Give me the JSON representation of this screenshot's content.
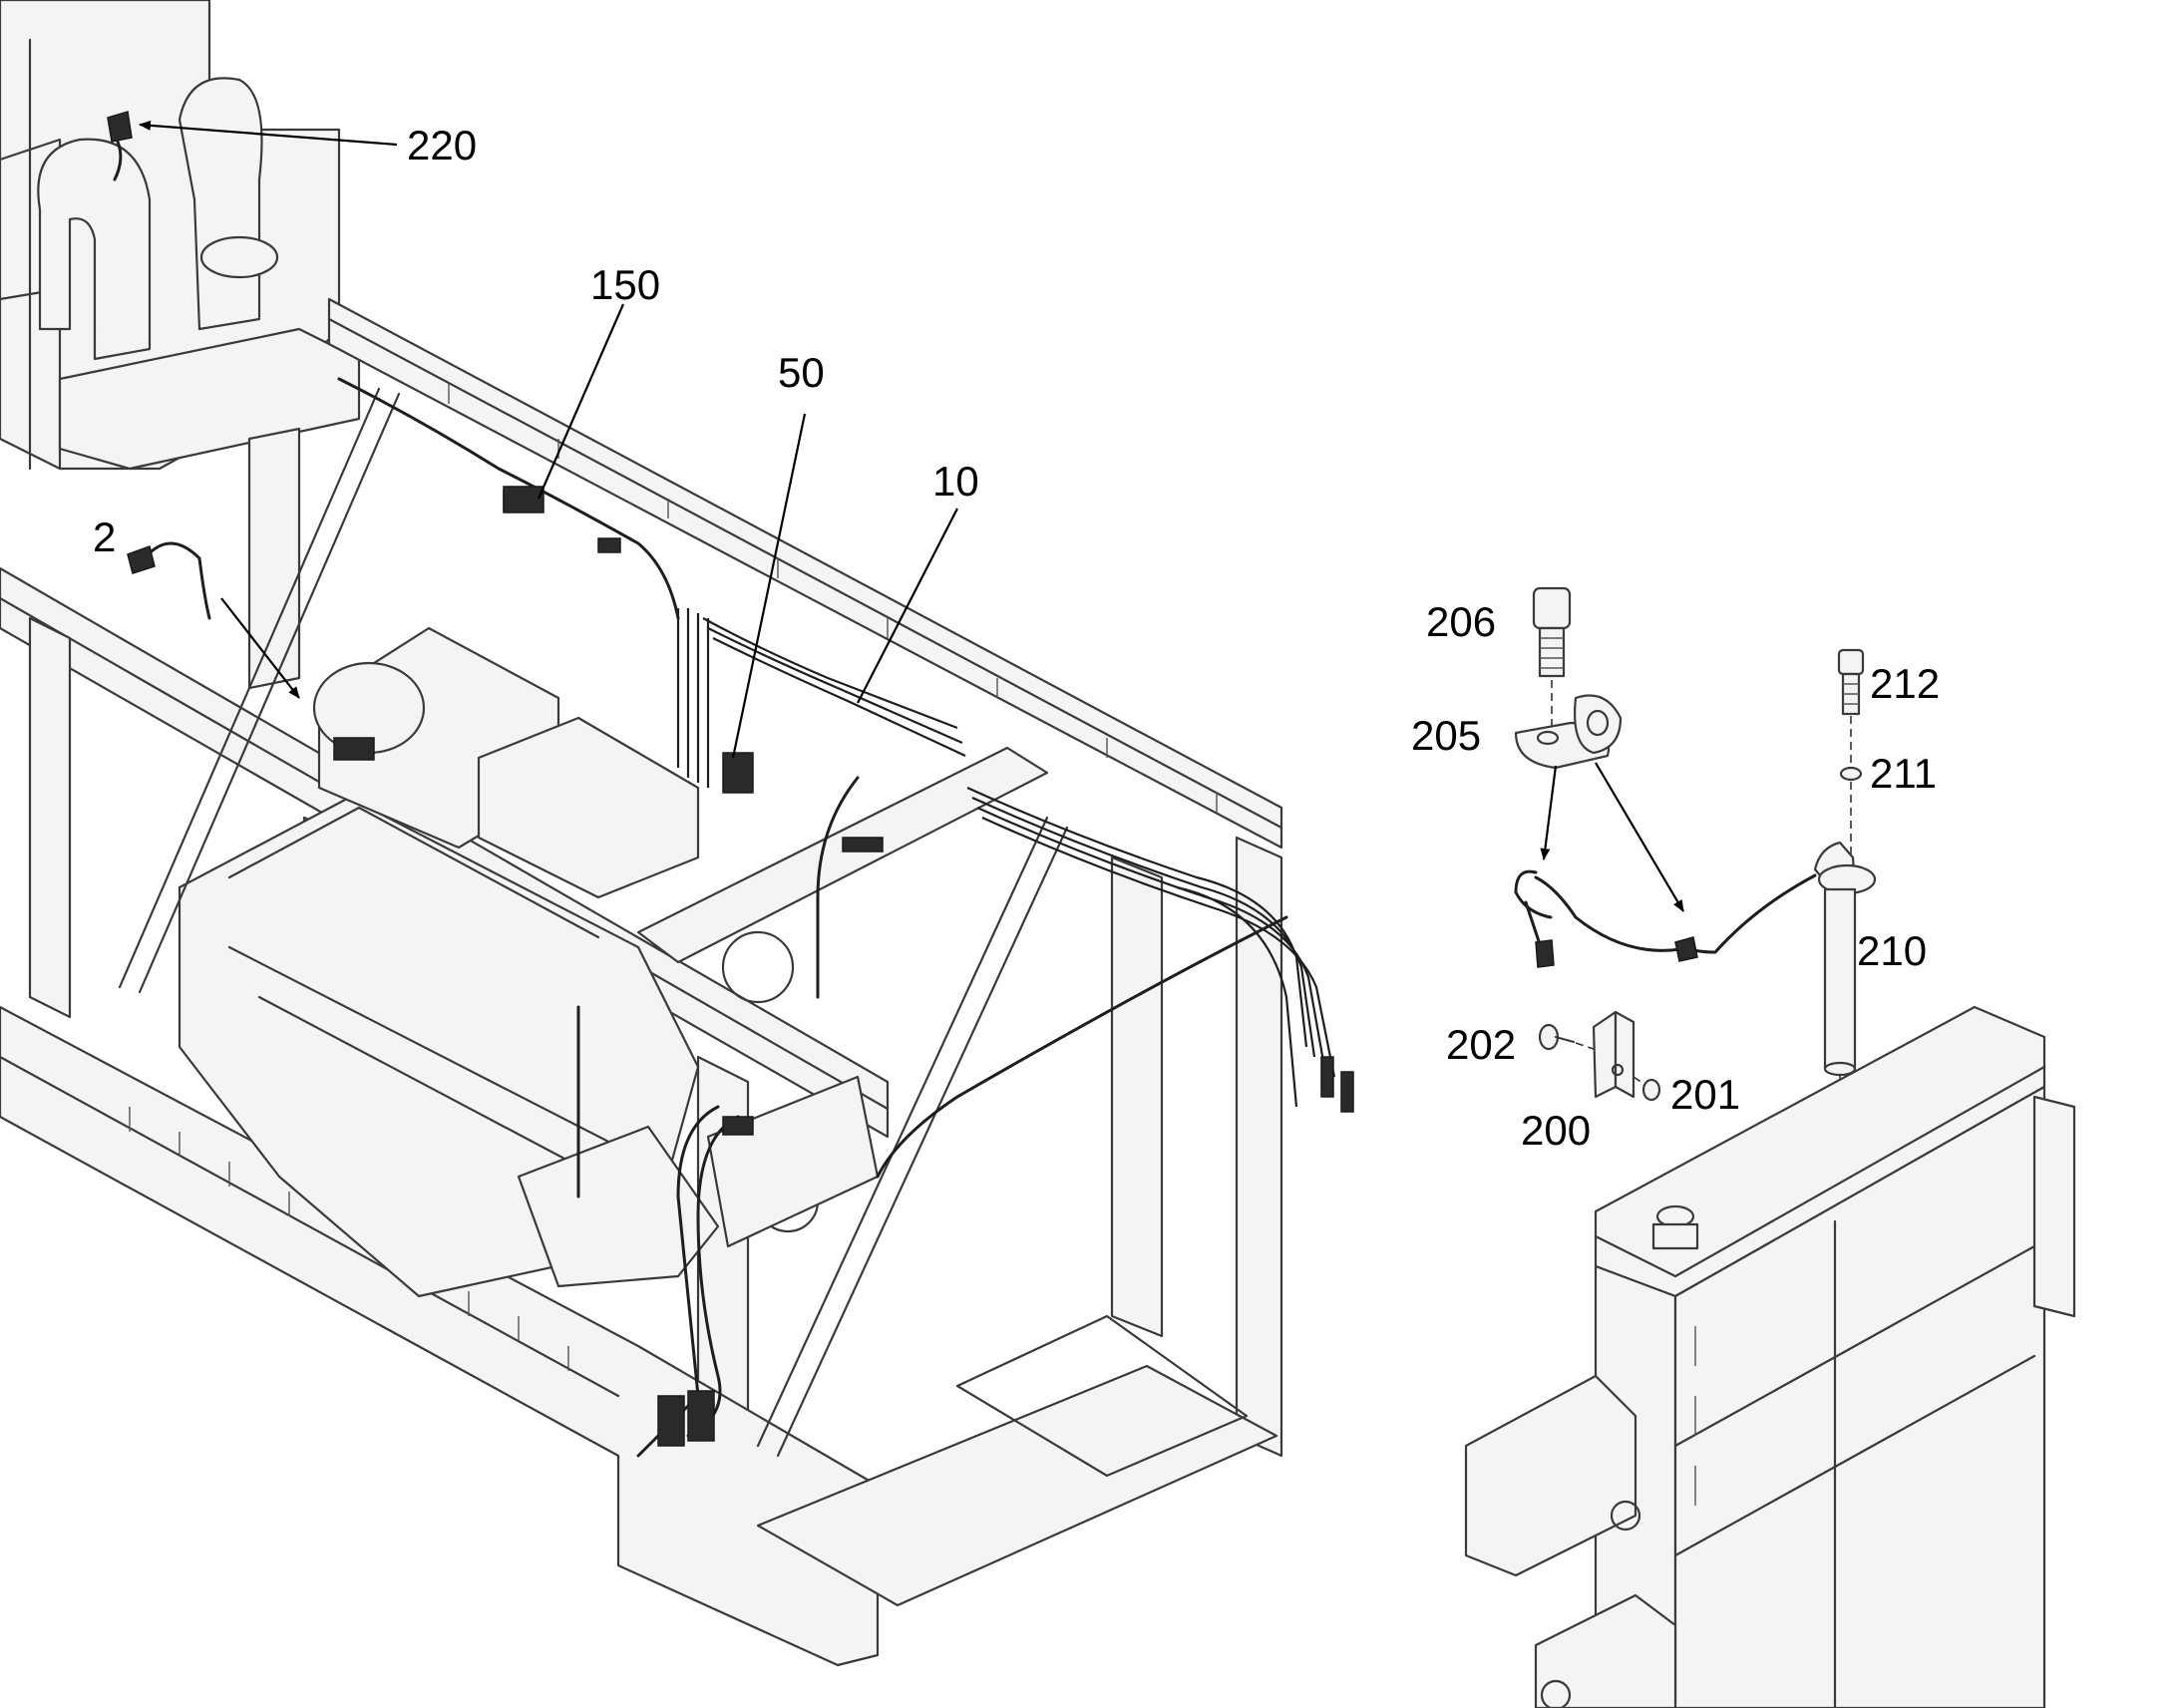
{
  "callouts": [
    {
      "id": "220",
      "label": "220"
    },
    {
      "id": "150",
      "label": "150"
    },
    {
      "id": "50",
      "label": "50"
    },
    {
      "id": "10",
      "label": "10"
    },
    {
      "id": "2",
      "label": "2"
    },
    {
      "id": "206",
      "label": "206"
    },
    {
      "id": "205",
      "label": "205"
    },
    {
      "id": "212",
      "label": "212"
    },
    {
      "id": "211",
      "label": "211"
    },
    {
      "id": "210",
      "label": "210"
    },
    {
      "id": "202",
      "label": "202"
    },
    {
      "id": "201",
      "label": "201"
    },
    {
      "id": "200",
      "label": "200"
    }
  ]
}
